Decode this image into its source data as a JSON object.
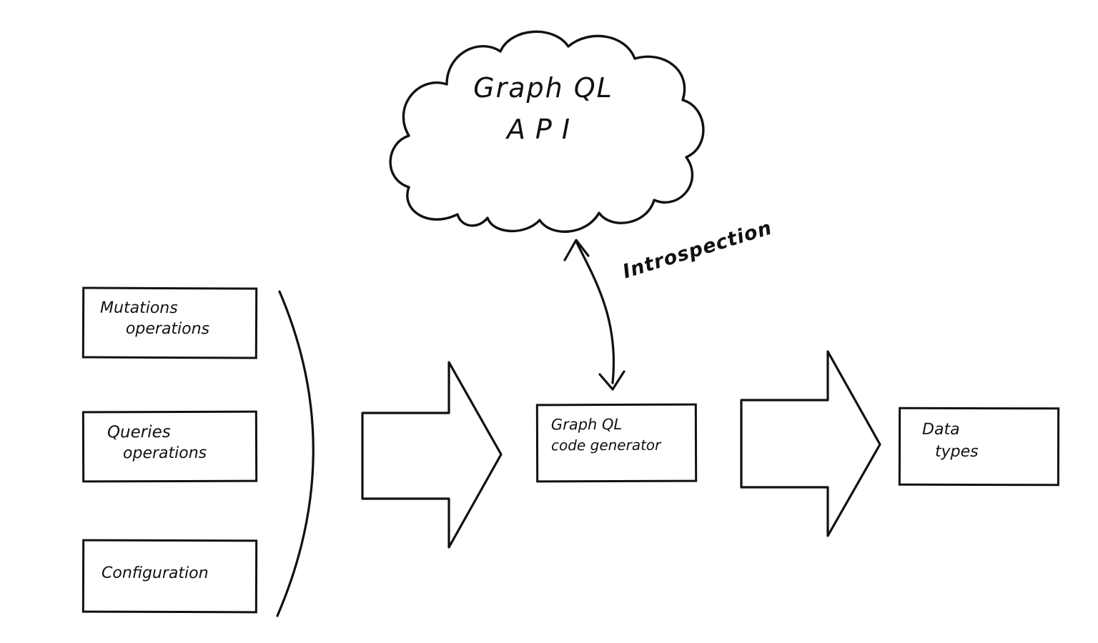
{
  "colors": {
    "ink": "#111111",
    "background": "#ffffff"
  },
  "cloud": {
    "line1": "Graph QL",
    "line2": "API"
  },
  "introspection_label": "Introspection",
  "inputs": [
    {
      "line1": "Mutations",
      "line2": "operations"
    },
    {
      "line1": "Queries",
      "line2": "operations"
    },
    {
      "line1": "Configuration",
      "line2": ""
    }
  ],
  "generator": {
    "line1": "Graph QL",
    "line2": "code generator"
  },
  "output": {
    "line1": "Data",
    "line2": "types"
  }
}
